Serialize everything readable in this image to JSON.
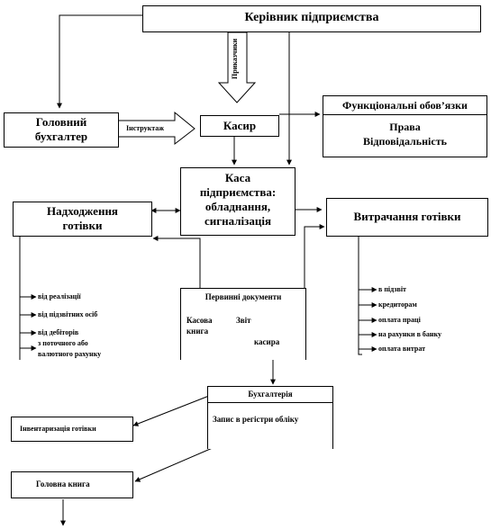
{
  "nodes": {
    "director": "Керівник підприємства",
    "chief_accountant_1": "Головний",
    "chief_accountant_2": "бухгалтер",
    "cashier": "Касир",
    "instructs": "Інструктаж",
    "orders": "Приказчики",
    "duties": "Функціональні обов’язки",
    "rights": "Права",
    "responsibility": "Відповідальність",
    "cash_desk_1": "Каса",
    "cash_desk_2": "підприємства:",
    "cash_desk_3": "обладнання,",
    "cash_desk_4": "сигналізація",
    "cash_income_1": "Надходження",
    "cash_income_2": "готівки",
    "cash_spending": "Витрачання готівки",
    "primary_docs": "Первинні документи",
    "cash_book_1": "Касова",
    "cash_book_2": "книга",
    "report_1": "Звіт",
    "report_2": "касира",
    "accounting": "Бухгалтерія",
    "registers": "Запис в регістри обліку",
    "inventory": "Інвентаризація готівки",
    "general_ledger": "Головна книга"
  },
  "income_items": [
    "від реалізації",
    "від підзвітних осіб",
    "від дебіторів",
    "з поточного або",
    "валютного рахунку"
  ],
  "spending_items": [
    "в підзвіт",
    "кредиторам",
    "оплата праці",
    "на рахунки в банку",
    "оплата витрат"
  ]
}
